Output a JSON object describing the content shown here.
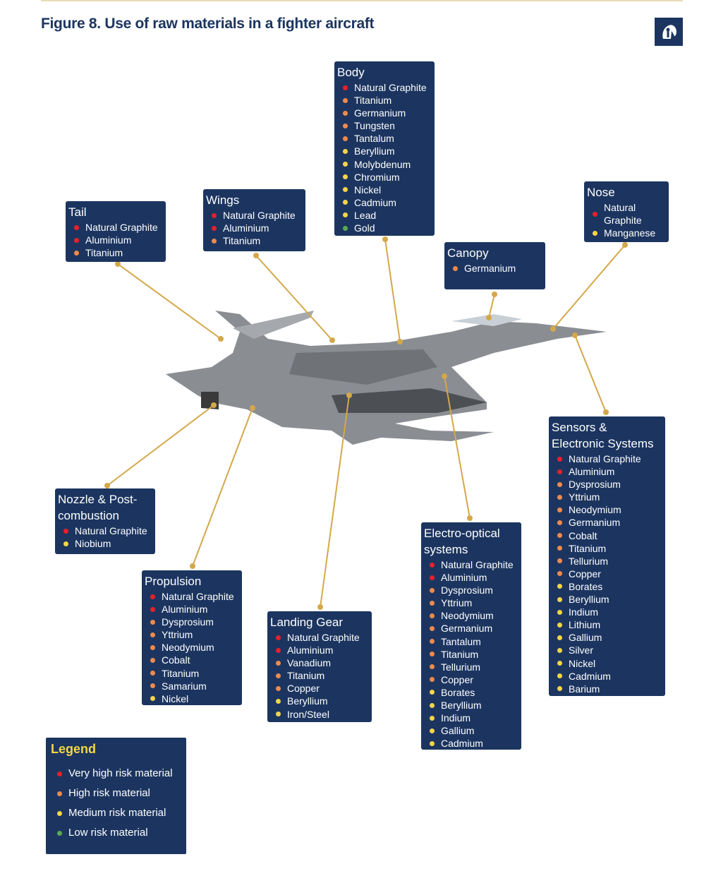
{
  "title": "Figure 8. Use of raw materials in a fighter aircraft",
  "risk_colors": {
    "very_high": "#e8202a",
    "high": "#f08a4b",
    "medium": "#f5d547",
    "low": "#5aaa50"
  },
  "line_color": "#d4a84a",
  "sections": [
    {
      "id": "body",
      "title": "Body",
      "items": [
        [
          "Natural Graphite",
          "very_high"
        ],
        [
          "Titanium",
          "high"
        ],
        [
          "Germanium",
          "high"
        ],
        [
          "Tungsten",
          "high"
        ],
        [
          "Tantalum",
          "high"
        ],
        [
          "Beryllium",
          "medium"
        ],
        [
          "Molybdenum",
          "medium"
        ],
        [
          "Chromium",
          "medium"
        ],
        [
          "Nickel",
          "medium"
        ],
        [
          "Cadmium",
          "medium"
        ],
        [
          "Lead",
          "medium"
        ],
        [
          "Gold",
          "low"
        ]
      ]
    },
    {
      "id": "tail",
      "title": "Tail",
      "items": [
        [
          "Natural Graphite",
          "very_high"
        ],
        [
          "Aluminium",
          "very_high"
        ],
        [
          "Titanium",
          "high"
        ]
      ]
    },
    {
      "id": "wings",
      "title": "Wings",
      "items": [
        [
          "Natural Graphite",
          "very_high"
        ],
        [
          "Aluminium",
          "very_high"
        ],
        [
          "Titanium",
          "high"
        ]
      ]
    },
    {
      "id": "nose",
      "title": "Nose",
      "items": [
        [
          "Natural Graphite",
          "very_high"
        ],
        [
          "Manganese",
          "medium"
        ]
      ]
    },
    {
      "id": "canopy",
      "title": "Canopy",
      "items": [
        [
          "Germanium",
          "high"
        ]
      ]
    },
    {
      "id": "sensors",
      "title": "Sensors & Electronic Systems",
      "items": [
        [
          "Natural Graphite",
          "very_high"
        ],
        [
          "Aluminium",
          "very_high"
        ],
        [
          "Dysprosium",
          "high"
        ],
        [
          "Yttrium",
          "high"
        ],
        [
          "Neodymium",
          "high"
        ],
        [
          "Germanium",
          "high"
        ],
        [
          "Cobalt",
          "high"
        ],
        [
          "Titanium",
          "high"
        ],
        [
          "Tellurium",
          "high"
        ],
        [
          "Copper",
          "high"
        ],
        [
          "Borates",
          "medium"
        ],
        [
          "Beryllium",
          "medium"
        ],
        [
          "Indium",
          "medium"
        ],
        [
          "Lithium",
          "medium"
        ],
        [
          "Gallium",
          "medium"
        ],
        [
          "Silver",
          "medium"
        ],
        [
          "Nickel",
          "medium"
        ],
        [
          "Cadmium",
          "medium"
        ],
        [
          "Barium",
          "medium"
        ]
      ]
    },
    {
      "id": "nozzle",
      "title": "Nozzle & Post-combustion",
      "items": [
        [
          "Natural Graphite",
          "very_high"
        ],
        [
          "Niobium",
          "medium"
        ]
      ]
    },
    {
      "id": "propulsion",
      "title": "Propulsion",
      "items": [
        [
          "Natural Graphite",
          "very_high"
        ],
        [
          "Aluminium",
          "very_high"
        ],
        [
          "Dysprosium",
          "high"
        ],
        [
          "Yttrium",
          "high"
        ],
        [
          "Neodymium",
          "high"
        ],
        [
          "Cobalt",
          "high"
        ],
        [
          "Titanium",
          "high"
        ],
        [
          "Samarium",
          "high"
        ],
        [
          "Nickel",
          "medium"
        ]
      ]
    },
    {
      "id": "landing",
      "title": "Landing Gear",
      "items": [
        [
          "Natural Graphite",
          "very_high"
        ],
        [
          "Aluminium",
          "very_high"
        ],
        [
          "Vanadium",
          "high"
        ],
        [
          "Titanium",
          "high"
        ],
        [
          "Copper",
          "high"
        ],
        [
          "Beryllium",
          "medium"
        ],
        [
          "Iron/Steel",
          "medium"
        ]
      ]
    },
    {
      "id": "electro",
      "title": "Electro-optical systems",
      "items": [
        [
          "Natural Graphite",
          "very_high"
        ],
        [
          "Aluminium",
          "very_high"
        ],
        [
          "Dysprosium",
          "high"
        ],
        [
          "Yttrium",
          "high"
        ],
        [
          "Neodymium",
          "high"
        ],
        [
          "Germanium",
          "high"
        ],
        [
          "Tantalum",
          "high"
        ],
        [
          "Titanium",
          "high"
        ],
        [
          "Tellurium",
          "high"
        ],
        [
          "Copper",
          "high"
        ],
        [
          "Borates",
          "medium"
        ],
        [
          "Beryllium",
          "medium"
        ],
        [
          "Indium",
          "medium"
        ],
        [
          "Gallium",
          "medium"
        ],
        [
          "Cadmium",
          "medium"
        ]
      ]
    }
  ],
  "legend": {
    "title": "Legend",
    "items": [
      [
        "Very high risk material",
        "very_high"
      ],
      [
        "High risk material",
        "high"
      ],
      [
        "Medium risk material",
        "medium"
      ],
      [
        "Low risk material",
        "low"
      ]
    ]
  }
}
